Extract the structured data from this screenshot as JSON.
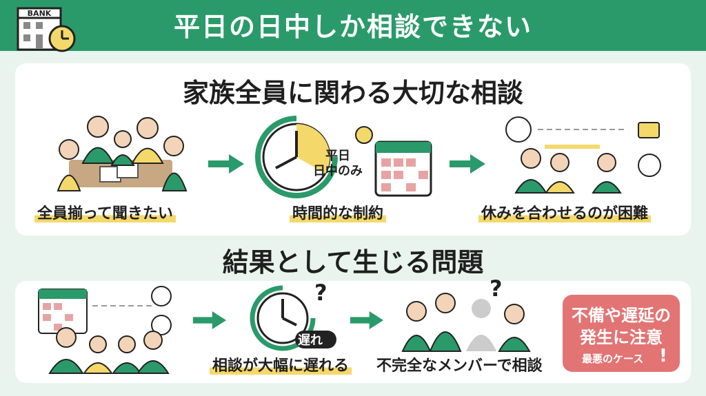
{
  "header": {
    "title": "平日の日中しか相談できない",
    "bank_label": "BANK"
  },
  "section1": {
    "title": "家族全員に関わる大切な相談",
    "items": [
      {
        "label": "全員揃って聞きたい"
      },
      {
        "label": "時間的な制約",
        "clock_tag_line1": "平日",
        "clock_tag_line2": "日中のみ"
      },
      {
        "label": "休みを合わせるのが困難"
      }
    ]
  },
  "section2": {
    "title": "結果として生じる問題",
    "items": [
      {
        "label": ""
      },
      {
        "label": "相談が大幅に遅れる",
        "clock_tag": "遅れ",
        "question": "?"
      },
      {
        "label": "不完全なメンバーで相談",
        "question": "?"
      }
    ],
    "alert": {
      "line1": "不備や遅延の",
      "line2": "発生に注意",
      "line3": "最悪のケース",
      "mark": "!"
    }
  },
  "colors": {
    "green": "#2a9a6a",
    "yellow": "#f4d86a",
    "red": "#e27474",
    "bg": "#e9f4ee"
  }
}
